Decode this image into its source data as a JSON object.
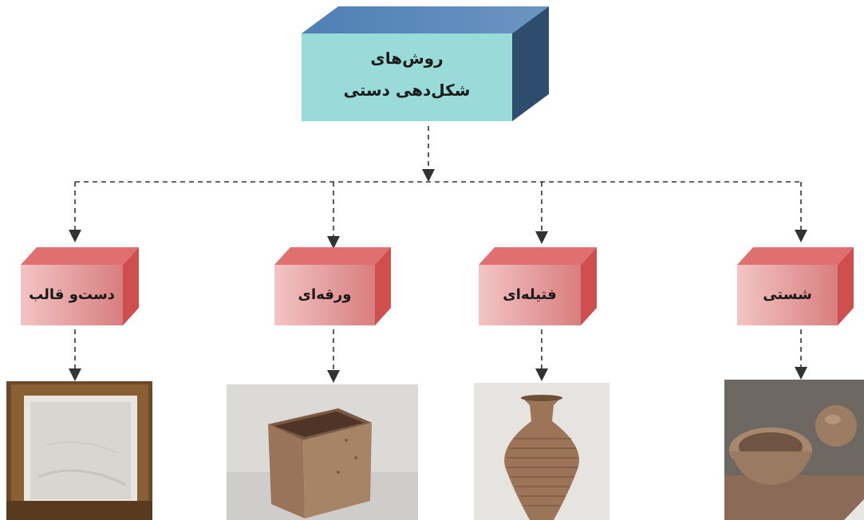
{
  "root": {
    "line1": "روش‌های",
    "line2": "شکل‌دهی دستی"
  },
  "methods": [
    {
      "key": "hand-and-mold",
      "label": "دست‌و قالب",
      "photo": "wooden-mold-frame"
    },
    {
      "key": "slab",
      "label": "ورقه‌ای",
      "photo": "clay-box"
    },
    {
      "key": "coil",
      "label": "فتیله‌ای",
      "photo": "coiled-vase"
    },
    {
      "key": "pinch",
      "label": "شستی",
      "photo": "pinch-bowls"
    }
  ],
  "colors": {
    "root_front": "#99dbd9",
    "root_top": "#5a87b8",
    "root_side": "#2e4c6e",
    "child_front_light": "#f3c4c4",
    "child_front_dark": "#d97e7e",
    "child_top": "#e07070",
    "child_side": "#cf4f4f",
    "connector": "#333333"
  }
}
